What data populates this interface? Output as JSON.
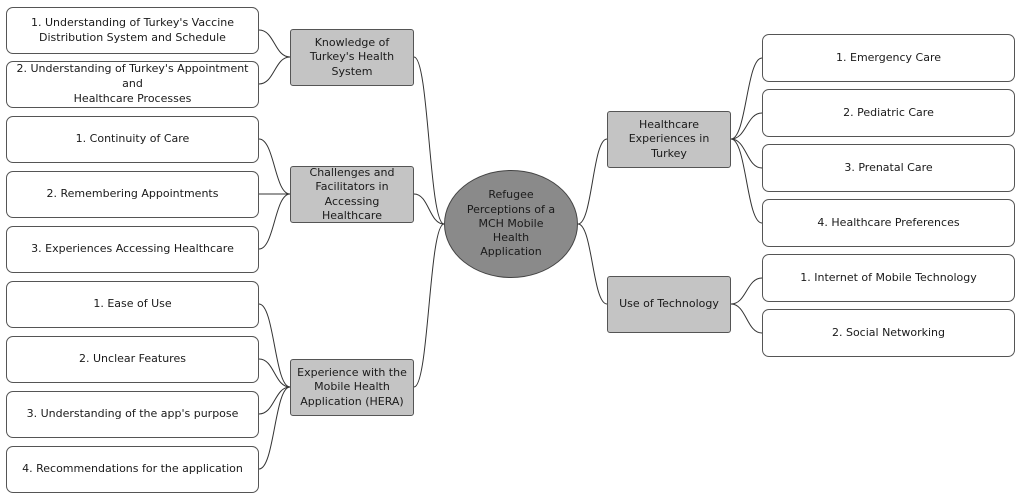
{
  "center": {
    "label": "Refugee\nPerceptions of a\nMCH Mobile\nHealth\nApplication"
  },
  "left_categories": [
    {
      "label": "Knowledge of\nTurkey's Health\nSystem",
      "items": [
        "1. Understanding of Turkey's Vaccine\nDistribution System and Schedule",
        "2. Understanding of Turkey's Appointment and\nHealthcare Processes"
      ]
    },
    {
      "label": "Challenges and\nFacilitators in\nAccessing Healthcare",
      "items": [
        "1. Continuity of Care",
        "2. Remembering Appointments",
        "3. Experiences Accessing Healthcare"
      ]
    },
    {
      "label": "Experience with the\nMobile Health\nApplication (HERA)",
      "items": [
        "1. Ease of Use",
        "2. Unclear Features",
        "3. Understanding of the app's purpose",
        "4. Recommendations for the application"
      ]
    }
  ],
  "right_categories": [
    {
      "label": "Healthcare\nExperiences in Turkey",
      "items": [
        "1. Emergency Care",
        "2. Pediatric Care",
        "3. Prenatal Care",
        "4. Healthcare Preferences"
      ]
    },
    {
      "label": "Use of Technology",
      "items": [
        "1. Internet of Mobile Technology",
        "2. Social Networking"
      ]
    }
  ],
  "colors": {
    "center_fill": "#8a8a8a",
    "category_fill": "#c4c4c4",
    "item_fill": "#ffffff",
    "line": "#333333"
  }
}
